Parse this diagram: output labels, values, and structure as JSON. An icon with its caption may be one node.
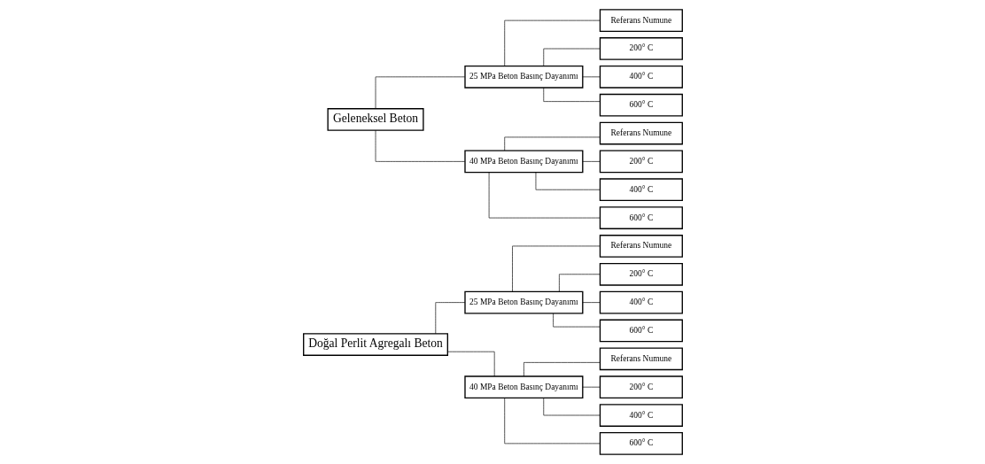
{
  "diagram": {
    "nodes": [
      {
        "text": [
          "Doğal Perlit Agregalı Beton"
        ]
      },
      {
        "text": [
          "25 MPa Beton Basınç Dayanımı"
        ]
      },
      {
        "text": [
          "Referans Numune"
        ]
      },
      {
        "text": [
          "200° C"
        ]
      },
      {
        "text": [
          "400° C"
        ]
      },
      {
        "text": [
          "600° C"
        ]
      },
      {
        "text": [
          "40 MPa Beton Basınç Dayanımı"
        ]
      },
      {
        "text": [
          "Referans Numune"
        ]
      },
      {
        "text": [
          "200° C"
        ]
      },
      {
        "text": [
          "400° C"
        ]
      },
      {
        "text": [
          "600° C"
        ]
      },
      {
        "text": [
          "Geleneksel Beton"
        ]
      },
      {
        "text": [
          "25 MPa Beton Basınç Dayanımı"
        ]
      },
      {
        "text": [
          "Referans Numune"
        ]
      },
      {
        "text": [
          "200° C"
        ]
      },
      {
        "text": [
          "400° C"
        ]
      },
      {
        "text": [
          "600° C"
        ]
      },
      {
        "text": [
          "40 MPa Beton Basınç Dayanımı"
        ]
      },
      {
        "text": [
          "Referans Numune"
        ]
      },
      {
        "text": [
          "200° C"
        ]
      },
      {
        "text": [
          "400° C"
        ]
      },
      {
        "text": [
          "600° C"
        ]
      }
    ],
    "edges": [
      {
        "from": 0,
        "to": 1,
        "arrow": "none"
      },
      {
        "from": 1,
        "to": 2,
        "arrow": "none"
      },
      {
        "from": 1,
        "to": 3,
        "arrow": "none"
      },
      {
        "from": 1,
        "to": 4,
        "arrow": "none"
      },
      {
        "from": 1,
        "to": 5,
        "arrow": "none"
      },
      {
        "from": 0,
        "to": 6,
        "arrow": "none"
      },
      {
        "from": 6,
        "to": 7,
        "arrow": "none"
      },
      {
        "from": 6,
        "to": 8,
        "arrow": "none"
      },
      {
        "from": 6,
        "to": 9,
        "arrow": "none"
      },
      {
        "from": 6,
        "to": 10,
        "arrow": "none"
      },
      {
        "from": 11,
        "to": 12,
        "arrow": "none"
      },
      {
        "from": 12,
        "to": 13,
        "arrow": "none"
      },
      {
        "from": 12,
        "to": 14,
        "arrow": "none"
      },
      {
        "from": 12,
        "to": 15,
        "arrow": "none"
      },
      {
        "from": 12,
        "to": 16,
        "arrow": "none"
      },
      {
        "from": 11,
        "to": 17,
        "arrow": "none"
      },
      {
        "from": 17,
        "to": 18,
        "arrow": "none"
      },
      {
        "from": 17,
        "to": 19,
        "arrow": "none"
      },
      {
        "from": 17,
        "to": 20,
        "arrow": "none"
      },
      {
        "from": 17,
        "to": 21,
        "arrow": "none"
      }
    ]
  }
}
